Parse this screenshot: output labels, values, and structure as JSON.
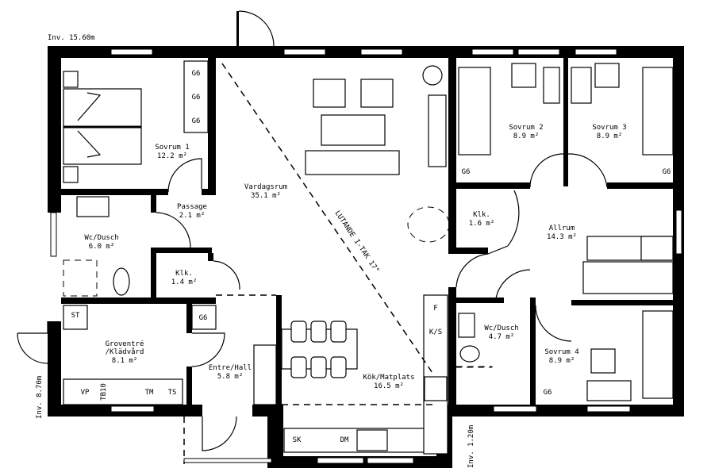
{
  "dimensions": {
    "width_label": "Inv. 15.60m",
    "depth_label": "Inv. 8.70m",
    "height_label": "Inv. 1.20m"
  },
  "rooms": {
    "sovrum1": {
      "name": "Sovrum 1",
      "area": "12.2 m²"
    },
    "passage": {
      "name": "Passage",
      "area": "2.1 m²"
    },
    "wc1": {
      "name": "Wc/Dusch",
      "area": "6.0 m²"
    },
    "klk1": {
      "name": "Klk.",
      "area": "1.4 m²"
    },
    "groventre": {
      "name": "Groventré",
      "name2": "/Klädvård",
      "area": "8.1 m²"
    },
    "entre": {
      "name": "Entre/Hall",
      "area": "5.8 m²"
    },
    "vardagsrum": {
      "name": "Vardagsrum",
      "area": "35.1 m²"
    },
    "kok": {
      "name": "Kök/Matplats",
      "area": "16.5 m²"
    },
    "sovrum2": {
      "name": "Sovrum 2",
      "area": "8.9 m²"
    },
    "sovrum3": {
      "name": "Sovrum 3",
      "area": "8.9 m²"
    },
    "klk2": {
      "name": "Klk.",
      "area": "1.6 m²"
    },
    "allrum": {
      "name": "Allrum",
      "area": "14.3 m²"
    },
    "wc2": {
      "name": "Wc/Dusch",
      "area": "4.7 m²"
    },
    "sovrum4": {
      "name": "Sovrum 4",
      "area": "8.9 m²"
    }
  },
  "annotations": {
    "ceiling": "LUTANDE I-TAK 17°"
  },
  "fixtures": {
    "g6": "G6",
    "st": "ST",
    "vp": "VP",
    "tb10": "TB10",
    "tm": "TM",
    "ts": "TS",
    "f": "F",
    "ks": "K/S",
    "sk": "SK",
    "dm": "DM"
  }
}
